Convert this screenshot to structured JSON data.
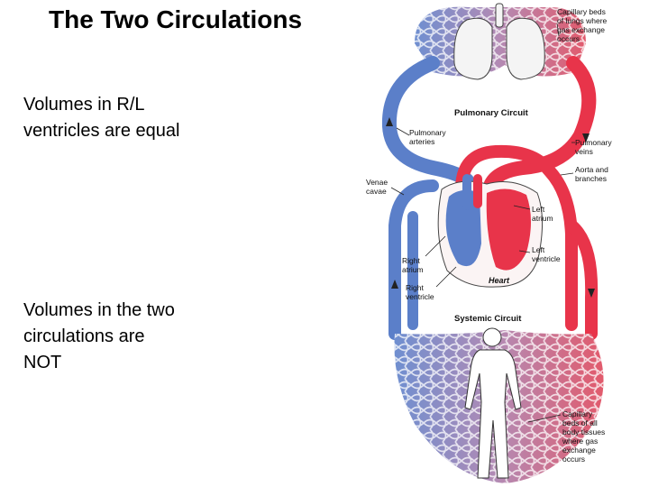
{
  "title": "The Two Circulations",
  "bullets": [
    "Volumes in R/L ventricles are equal",
    "Volumes in the two circulations are NOT"
  ],
  "diagram": {
    "colors": {
      "deoxygenated": "#5b7fc9",
      "oxygenated": "#e8344a",
      "capillary": "#a986b4",
      "lungs": "#f2f2f2"
    },
    "circuit_labels": {
      "pulmonary": "Pulmonary Circuit",
      "systemic": "Systemic Circuit",
      "heart": "Heart"
    },
    "labels": {
      "capillary_lungs": [
        "Capillary beds",
        "of lungs where",
        "gas exchange",
        "occurs"
      ],
      "pulmonary_arteries": [
        "Pulmonary",
        "arteries"
      ],
      "pulmonary_veins": [
        "Pulmonary",
        "veins"
      ],
      "aorta": [
        "Aorta and",
        "branches"
      ],
      "venae_cavae": [
        "Venae",
        "cavae"
      ],
      "left_atrium": [
        "Left",
        "atrium"
      ],
      "left_ventricle": [
        "Left",
        "ventricle"
      ],
      "right_atrium": [
        "Right",
        "atrium"
      ],
      "right_ventricle": [
        "Right",
        "ventricle"
      ],
      "capillary_body": [
        "Capillary",
        "beds of all",
        "body tissues",
        "where gas",
        "exchange",
        "occurs"
      ]
    }
  }
}
